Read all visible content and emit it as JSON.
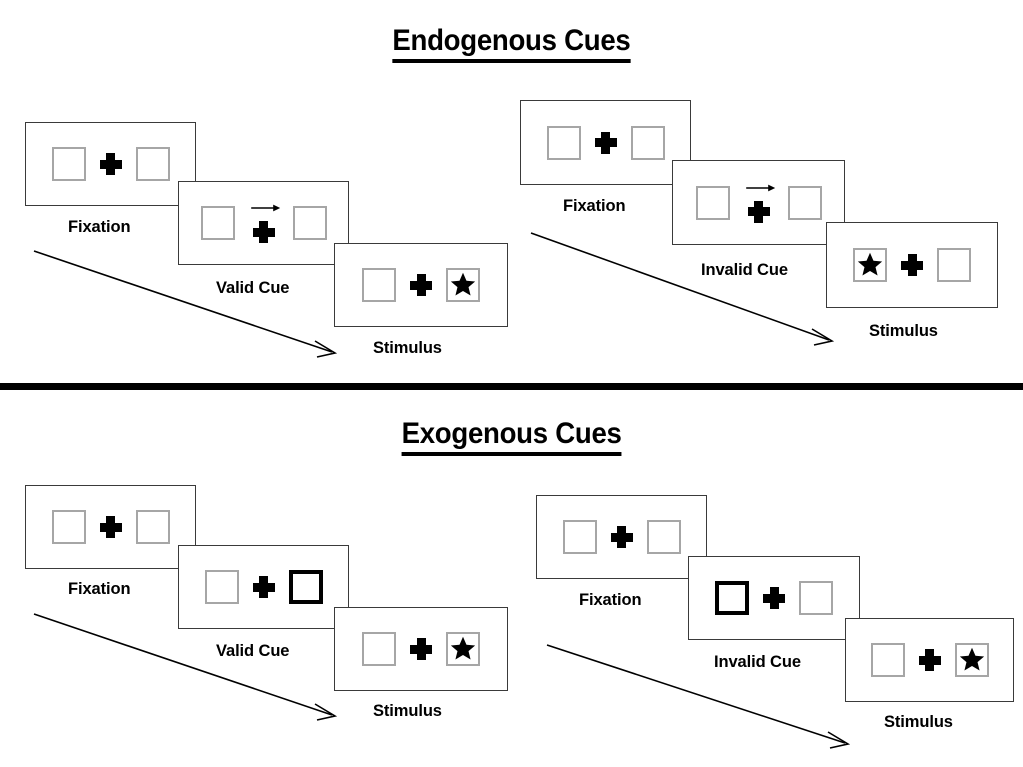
{
  "figure": {
    "title_top": "Endogenous Cues",
    "title_bottom": "Exogenous Cues",
    "accent_color": "#000000",
    "box_border_color": "#a6a6a6",
    "frame_border_color": "#3a3a3a"
  },
  "panels": [
    {
      "id": "endogenous-valid",
      "section": "Endogenous Cues",
      "validity": "valid",
      "cue_type": "arrow",
      "steps": [
        {
          "label": "Fixation",
          "left_box": "empty",
          "right_box": "empty",
          "center": "cross"
        },
        {
          "label": "Valid Cue",
          "left_box": "empty",
          "right_box": "empty",
          "center": "arrow-right-over-cross"
        },
        {
          "label": "Stimulus",
          "left_box": "empty",
          "right_box": "star",
          "center": "cross"
        }
      ]
    },
    {
      "id": "endogenous-invalid",
      "section": "Endogenous Cues",
      "validity": "invalid",
      "cue_type": "arrow",
      "steps": [
        {
          "label": "Fixation",
          "left_box": "empty",
          "right_box": "empty",
          "center": "cross"
        },
        {
          "label": "Invalid Cue",
          "left_box": "empty",
          "right_box": "empty",
          "center": "arrow-right-over-cross"
        },
        {
          "label": "Stimulus",
          "left_box": "star",
          "right_box": "empty",
          "center": "cross"
        }
      ]
    },
    {
      "id": "exogenous-valid",
      "section": "Exogenous Cues",
      "validity": "valid",
      "cue_type": "peripheral-box-flash",
      "steps": [
        {
          "label": "Fixation",
          "left_box": "empty",
          "right_box": "empty",
          "center": "cross"
        },
        {
          "label": "Valid Cue",
          "left_box": "empty",
          "right_box": "cued",
          "center": "cross"
        },
        {
          "label": "Stimulus",
          "left_box": "empty",
          "right_box": "star",
          "center": "cross"
        }
      ]
    },
    {
      "id": "exogenous-invalid",
      "section": "Exogenous Cues",
      "validity": "invalid",
      "cue_type": "peripheral-box-flash",
      "steps": [
        {
          "label": "Fixation",
          "left_box": "empty",
          "right_box": "empty",
          "center": "cross"
        },
        {
          "label": "Invalid Cue",
          "left_box": "cued",
          "right_box": "empty",
          "center": "cross"
        },
        {
          "label": "Stimulus",
          "left_box": "empty",
          "right_box": "star",
          "center": "cross"
        }
      ]
    }
  ],
  "icons": {
    "star": "star-icon",
    "cross": "fixation-cross-icon",
    "arrow": "arrow-right-icon",
    "time": "time-arrow-icon"
  }
}
